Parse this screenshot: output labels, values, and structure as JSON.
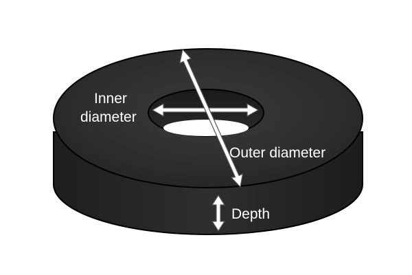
{
  "labels": {
    "inner_line1": "Inner",
    "inner_line2": "diameter",
    "outer": "Outer diameter",
    "depth": "Depth"
  },
  "colors": {
    "body": "#2a2a2a",
    "top_face": "#2f2f2f",
    "side_face": "#262626",
    "outline": "#000000",
    "arrow_fill": "#ffffff",
    "hole": "#ffffff",
    "label_text": "#ffffff"
  }
}
